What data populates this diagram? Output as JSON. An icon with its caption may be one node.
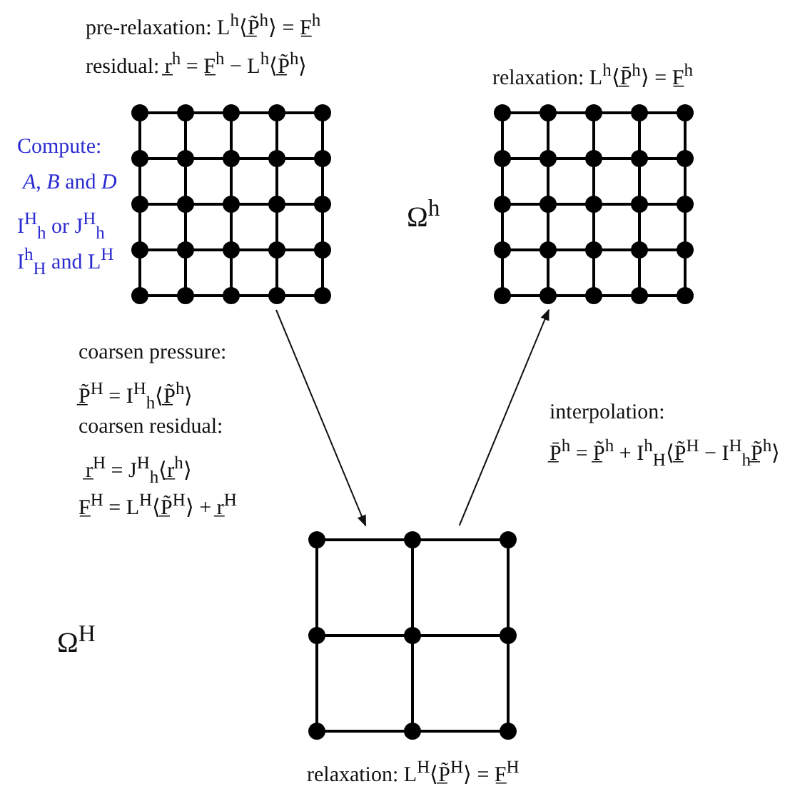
{
  "diagram": {
    "nodes": [
      {
        "text": [],
        "shape": "grid",
        "beside": [
          "pre-relaxation: L$^{h}$⟨P̲̃$^{h}$⟩ = F̲$^{h}$",
          "residual: r̲$^{h}$ = F̲$^{h}$ − L$^{h}$⟨P̲̃$^{h}$⟩",
          "Compute:",
          "*A*, *B* and *D*",
          "I$^{H}$$_{h}$ or J$^{H}$$_{h}$",
          "I$^{h}$$_{H}$ and L$^{H}$"
        ]
      },
      {
        "text": [],
        "shape": "grid",
        "beside": [
          "relaxation: L$^{h}$⟨P̲̄$^{h}$⟩ = F̲$^{h}$"
        ]
      },
      {
        "text": [],
        "shape": "grid",
        "beside": [
          "relaxation: L$^{H}$⟨P̲̃$^{H}$⟩ = F̲$^{H}$"
        ]
      }
    ],
    "edges": [
      {
        "from": 0,
        "to": 2,
        "arrow": "to"
      },
      {
        "from": 2,
        "to": 1,
        "arrow": "to"
      }
    ],
    "labels": [
      "Ω$^{h}$",
      "coarsen pressure:",
      "P̲̃$^{H}$ = I$^{H}$$_{h}$⟨P̲̃$^{h}$⟩",
      "coarsen residual:",
      "r̲$^{H}$ = J$^{H}$$_{h}$⟨r̲$^{h}$⟩",
      "F̲$^{H}$ = L$^{H}$⟨P̲̃$^{H}$⟩ + r̲$^{H}$",
      "interpolation:",
      "P̲̄$^{h}$ = P̲̃$^{h}$ + I$^{h}$$_{H}$⟨P̲̃$^{H}$ − I$^{H}$$_{h}$P̲̃$^{h}$⟩",
      "Ω$^{H}$"
    ]
  }
}
